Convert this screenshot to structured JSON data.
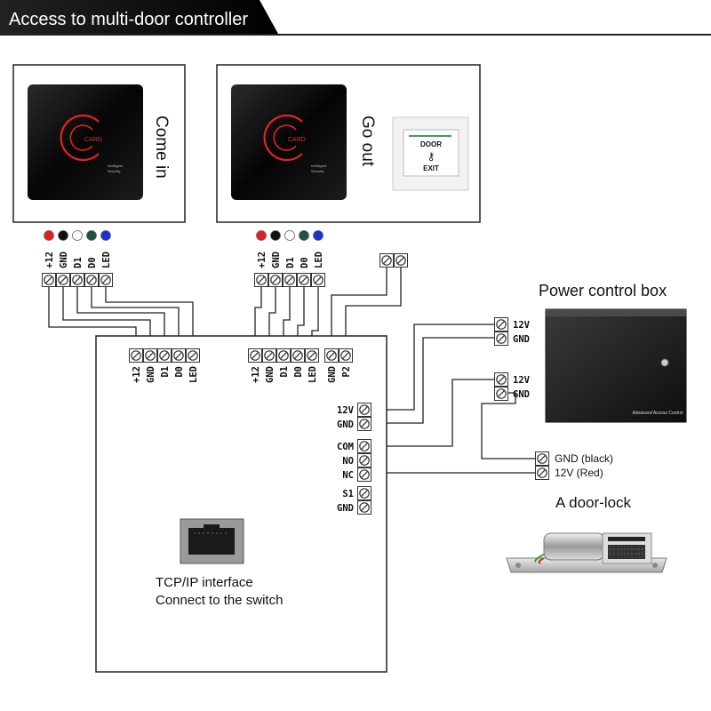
{
  "header": {
    "title": "Access to multi-door controller"
  },
  "readers": [
    {
      "caption": "Come in",
      "card_text": "CARD",
      "brand_line1": "Intelligent",
      "brand_line2": "Security"
    },
    {
      "caption": "Go out",
      "card_text": "CARD",
      "brand_line1": "Intelligent",
      "brand_line2": "Security"
    }
  ],
  "exit_button": {
    "line1": "DOOR",
    "line2": "EXIT"
  },
  "reader_wire_colors": [
    "#e02020",
    "#111111",
    "#ffffff",
    "#1f4f45",
    "#1a2fd6"
  ],
  "reader_terminals": [
    "+12",
    "GND",
    "D1",
    "D0",
    "LED"
  ],
  "controller_reader_terminals": [
    "+12",
    "GND",
    "D1",
    "D0",
    "LED"
  ],
  "button_terminals": [
    "GND",
    "P2"
  ],
  "power_terminals": [
    "12V",
    "GND"
  ],
  "relay_terminals": [
    "COM",
    "NO",
    "NC"
  ],
  "sensor_terminals": [
    "S1",
    "GND"
  ],
  "tcp": {
    "line1": "TCP/IP interface",
    "line2": "Connect to the switch"
  },
  "power_box": {
    "title": "Power control box",
    "label": "Advanced Access Control",
    "out1": [
      "12V",
      "GND"
    ],
    "out2": [
      "12V",
      "GND"
    ]
  },
  "door_lock": {
    "title": "A door-lock",
    "gnd_label": "GND (black)",
    "v12_label": "12V (Red)"
  }
}
